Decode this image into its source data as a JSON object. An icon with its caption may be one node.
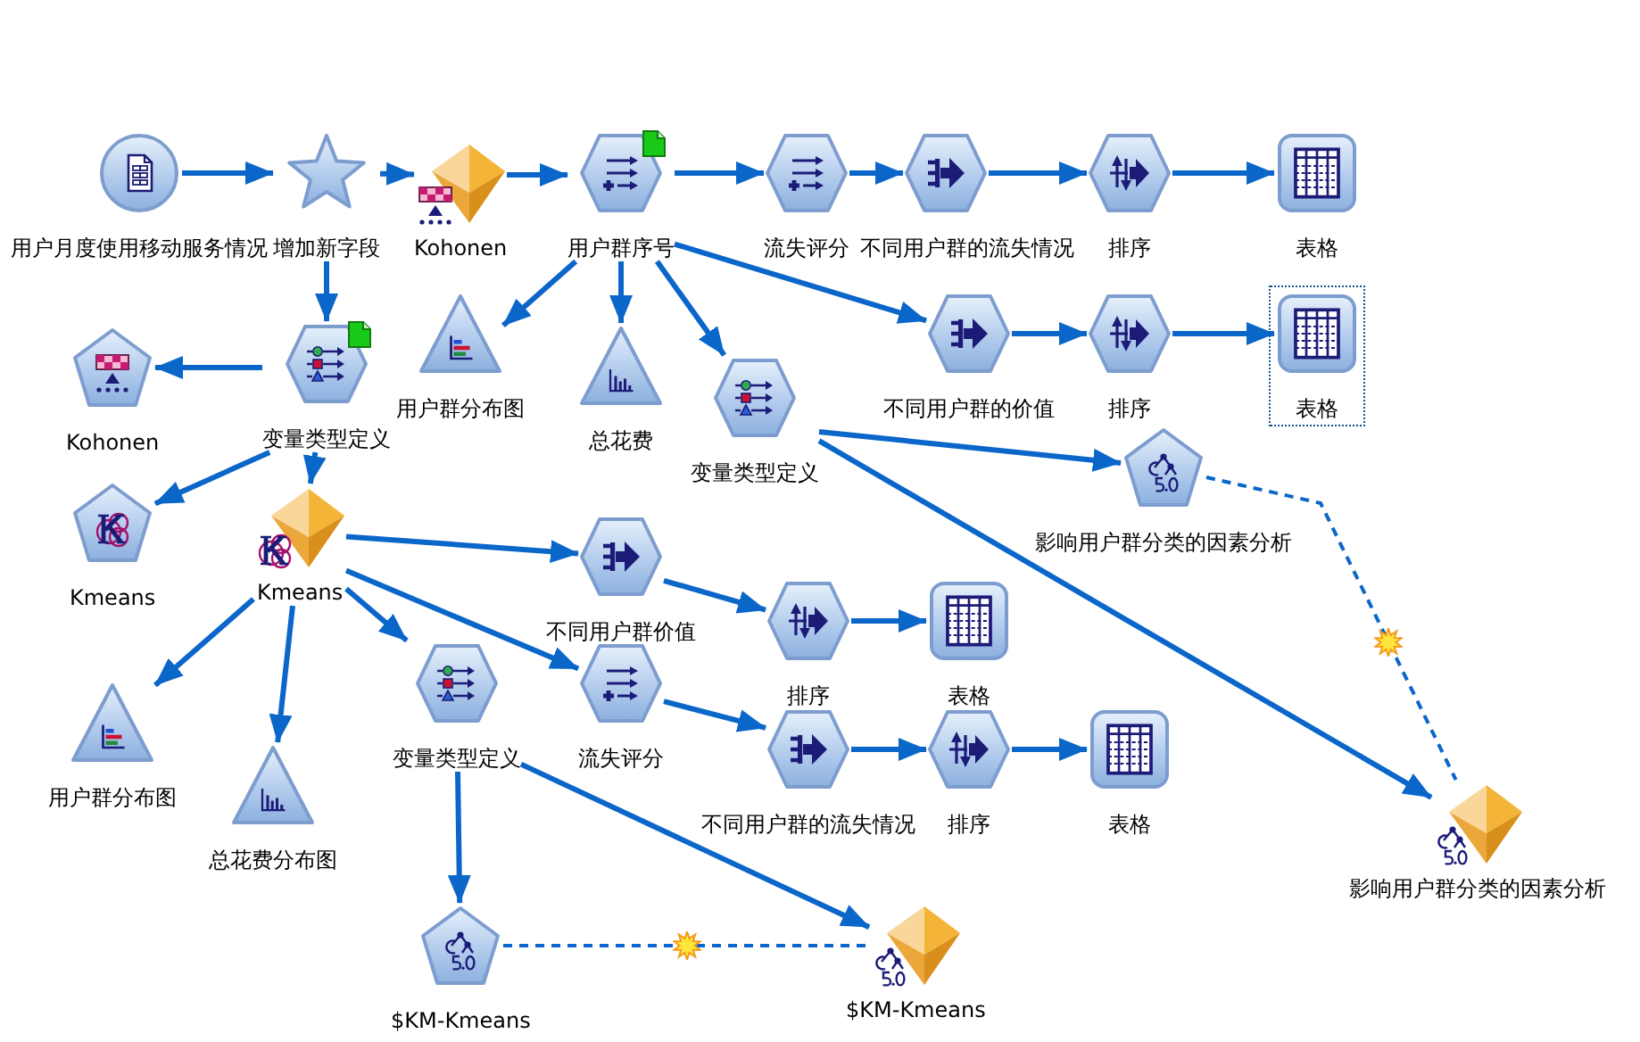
{
  "diagram": {
    "nodes": [
      {
        "text": [
          "用户月度使用移动服务情况"
        ]
      },
      {
        "text": [
          "增加新字段"
        ]
      },
      {
        "text": [
          "Kohonen"
        ]
      },
      {
        "text": [
          "用户群序号"
        ]
      },
      {
        "text": [
          "流失评分"
        ]
      },
      {
        "text": [
          "不同用户群的流失情况"
        ]
      },
      {
        "text": [
          "排序"
        ]
      },
      {
        "text": [
          "表格"
        ]
      },
      {
        "text": [
          "Kohonen"
        ]
      },
      {
        "text": [
          "变量类型定义"
        ]
      },
      {
        "text": [
          "用户群分布图"
        ]
      },
      {
        "text": [
          "总花费"
        ]
      },
      {
        "text": [
          "变量类型定义"
        ]
      },
      {
        "text": [
          "不同用户群的价值"
        ]
      },
      {
        "text": [
          "排序"
        ]
      },
      {
        "text": [
          "表格"
        ]
      },
      {
        "text": [
          "影响用户群分类的因素分析"
        ]
      },
      {
        "text": [
          "Kmeans"
        ]
      },
      {
        "text": [
          "Kmeans"
        ]
      },
      {
        "text": [
          "不同用户群价值"
        ]
      },
      {
        "text": [
          "排序"
        ]
      },
      {
        "text": [
          "表格"
        ]
      },
      {
        "text": [
          "变量类型定义"
        ]
      },
      {
        "text": [
          "流失评分"
        ]
      },
      {
        "text": [
          "不同用户群的流失情况"
        ]
      },
      {
        "text": [
          "排序"
        ]
      },
      {
        "text": [
          "表格"
        ]
      },
      {
        "text": [
          "用户群分布图"
        ]
      },
      {
        "text": [
          "总花费分布图"
        ]
      },
      {
        "text": [
          "影响用户群分类的因素分析"
        ]
      },
      {
        "text": [
          "$KM-Kmeans"
        ]
      },
      {
        "text": [
          "$KM-Kmeans"
        ]
      }
    ],
    "edges": [
      {
        "from": 0,
        "to": 1,
        "arrow": "to"
      },
      {
        "from": 1,
        "to": 2,
        "arrow": "to"
      },
      {
        "from": 2,
        "to": 3,
        "arrow": "to"
      },
      {
        "from": 3,
        "to": 4,
        "arrow": "to"
      },
      {
        "from": 4,
        "to": 5,
        "arrow": "to"
      },
      {
        "from": 5,
        "to": 6,
        "arrow": "to"
      },
      {
        "from": 6,
        "to": 7,
        "arrow": "to"
      },
      {
        "from": 3,
        "to": 10,
        "arrow": "to"
      },
      {
        "from": 3,
        "to": 11,
        "arrow": "to"
      },
      {
        "from": 3,
        "to": 12,
        "arrow": "to"
      },
      {
        "from": 3,
        "to": 13,
        "arrow": "to"
      },
      {
        "from": 13,
        "to": 14,
        "arrow": "to"
      },
      {
        "from": 14,
        "to": 15,
        "arrow": "to"
      },
      {
        "from": 1,
        "to": 9,
        "arrow": "to"
      },
      {
        "from": 9,
        "to": 8,
        "arrow": "to"
      },
      {
        "from": 9,
        "to": 17,
        "arrow": "to"
      },
      {
        "from": 9,
        "to": 18,
        "arrow": "to"
      },
      {
        "from": 12,
        "to": 16,
        "arrow": "to"
      },
      {
        "from": 12,
        "to": 29,
        "arrow": "to"
      },
      {
        "from": 16,
        "to": 29,
        "arrow": "none",
        "style": "dashed"
      },
      {
        "from": 18,
        "to": 27,
        "arrow": "to"
      },
      {
        "from": 18,
        "to": 28,
        "arrow": "to"
      },
      {
        "from": 18,
        "to": 19,
        "arrow": "to"
      },
      {
        "from": 18,
        "to": 22,
        "arrow": "to"
      },
      {
        "from": 18,
        "to": 23,
        "arrow": "to"
      },
      {
        "from": 19,
        "to": 20,
        "arrow": "to"
      },
      {
        "from": 20,
        "to": 21,
        "arrow": "to"
      },
      {
        "from": 23,
        "to": 24,
        "arrow": "to"
      },
      {
        "from": 24,
        "to": 25,
        "arrow": "to"
      },
      {
        "from": 25,
        "to": 26,
        "arrow": "to"
      },
      {
        "from": 22,
        "to": 30,
        "arrow": "to"
      },
      {
        "from": 22,
        "to": 31,
        "arrow": "to"
      },
      {
        "from": 30,
        "to": 31,
        "arrow": "none",
        "style": "dashed"
      }
    ]
  }
}
